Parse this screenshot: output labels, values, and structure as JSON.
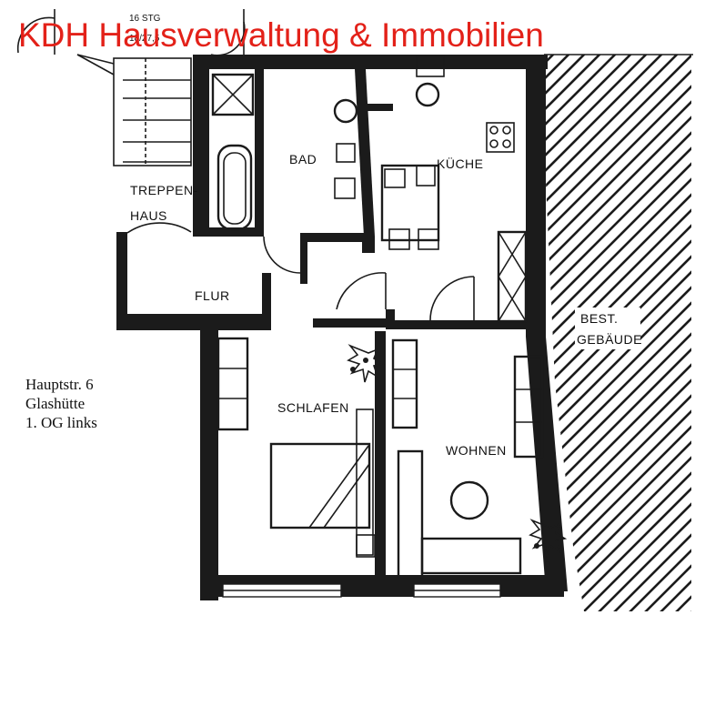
{
  "brand": {
    "text": "KDH Hausverwaltung & Immobilien",
    "color": "#e32119"
  },
  "address": {
    "street": "Hauptstr. 6",
    "city": "Glashütte",
    "unit": "1. OG links"
  },
  "stair_note": {
    "line1": "16 STG",
    "line2": "18/27,5"
  },
  "rooms": {
    "bad": "BAD",
    "kueche": "KÜCHE",
    "treppenhaus_1": "TREPPEN-",
    "treppenhaus_2": "HAUS",
    "flur": "FLUR",
    "schlafen": "SCHLAFEN",
    "wohnen": "WOHNEN",
    "best_1": "BEST.",
    "best_2": "GEBÄUDE"
  }
}
